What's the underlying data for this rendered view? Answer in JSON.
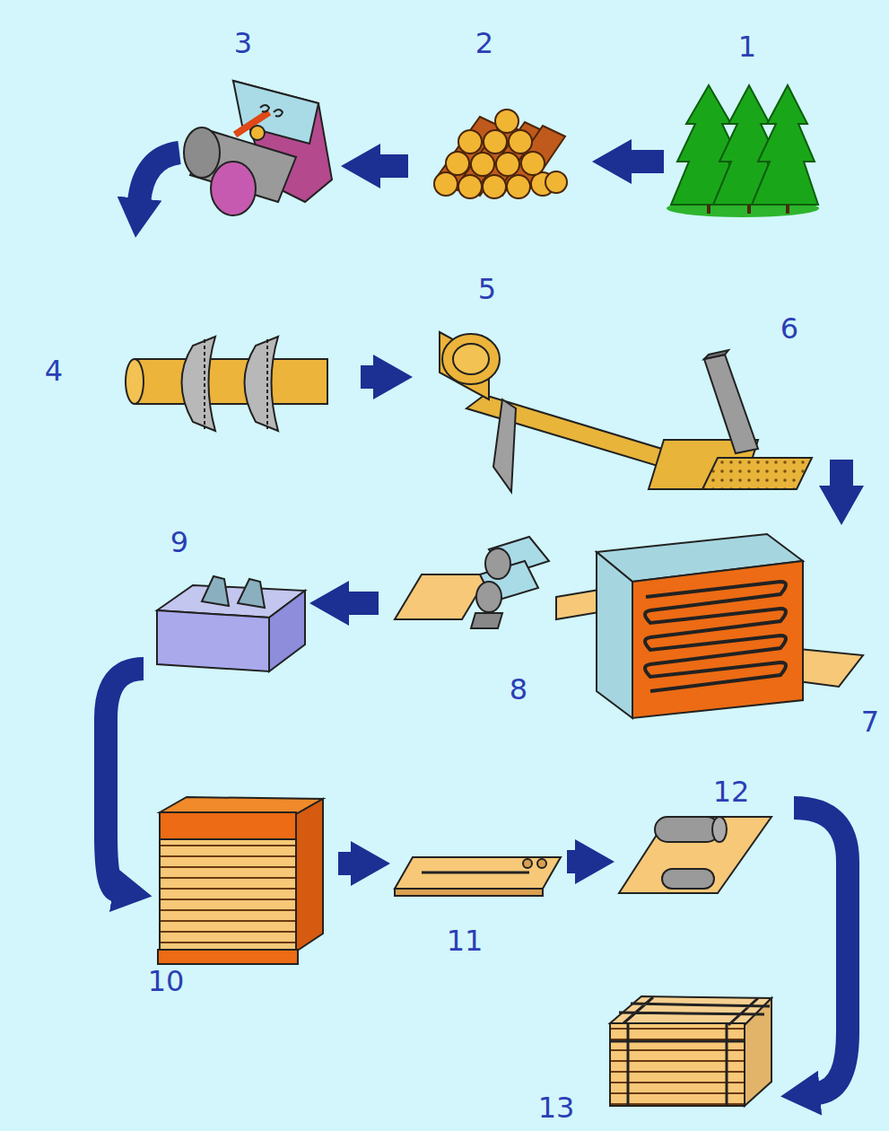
{
  "diagram": {
    "labels": [
      "3",
      "2",
      "1",
      "5",
      "6",
      "4",
      "9",
      "8",
      "7",
      "12",
      "10",
      "11",
      "13"
    ]
  }
}
